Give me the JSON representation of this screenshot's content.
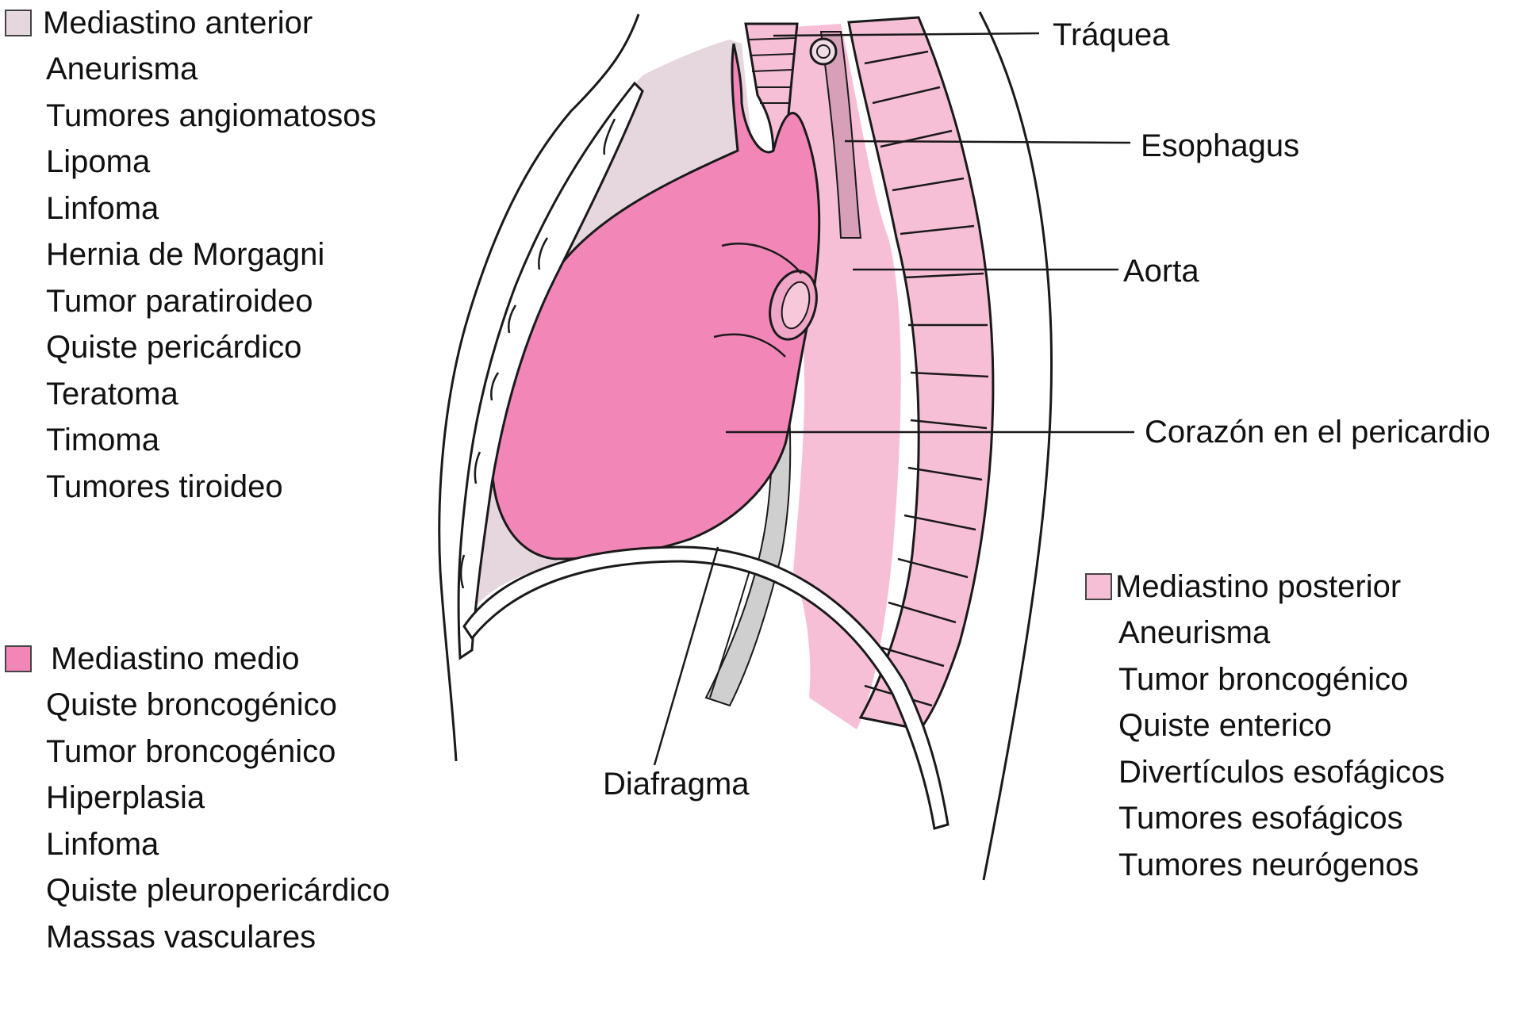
{
  "colors": {
    "anterior": "#e6d6de",
    "medio": "#f286b6",
    "posterior": "#f7bfd6",
    "outline": "#1a1a1a"
  },
  "legend": {
    "anterior": {
      "title": "Mediastino anterior",
      "items": [
        "Aneurisma",
        "Tumores angiomatosos",
        "Lipoma",
        "Linfoma",
        "Hernia de Morgagni",
        "Tumor  paratiroideo",
        "Quiste pericárdico",
        "Teratoma",
        "Timoma",
        "Tumores tiroideo"
      ]
    },
    "medio": {
      "title": "Mediastino medio",
      "items": [
        "Quiste broncogénico",
        "Tumor  broncogénico",
        "Hiperplasia",
        "Linfoma",
        "Quiste pleuropericárdico",
        "Massas vasculares"
      ]
    },
    "posterior": {
      "title": "Mediastino posterior",
      "items": [
        "Aneurisma",
        "Tumor  broncogénico",
        "Quiste enterico",
        "Divertículos esofágicos",
        "Tumores esofágicos",
        "Tumores neurógenos"
      ]
    }
  },
  "labels": {
    "traquea": "Tráquea",
    "esophagus": "Esophagus",
    "aorta": "Aorta",
    "corazon": "Corazón en el pericardio",
    "diafragma": "Diafragma"
  }
}
